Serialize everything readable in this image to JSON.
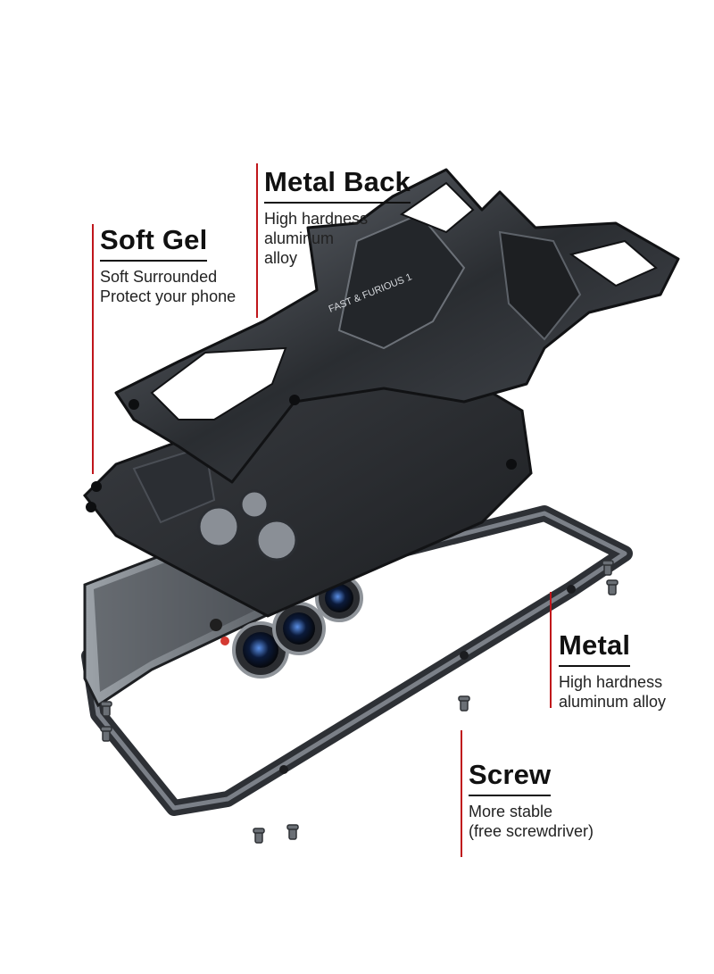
{
  "callouts": {
    "metal_back": {
      "title": "Metal Back",
      "desc": "High hardness\naluminum\nalloy"
    },
    "soft_gel": {
      "title": "Soft Gel",
      "desc": "Soft Surrounded\nProtect your phone"
    },
    "metal": {
      "title": "Metal",
      "desc": "High hardness\naluminum alloy"
    },
    "screw": {
      "title": "Screw",
      "desc": "More stable\n (free screwdriver)"
    }
  },
  "artwork": {
    "phone_case_engraving": "FAST & FURIOUS 1"
  },
  "colors": {
    "accent_line": "#c0161b",
    "metal_dark": "#2a2d31",
    "metal_light": "#6b7078"
  }
}
